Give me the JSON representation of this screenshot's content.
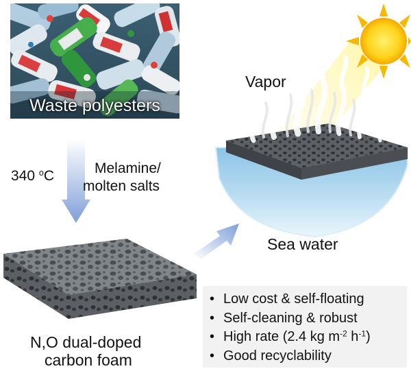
{
  "top_photo": {
    "caption": "Waste polyesters"
  },
  "process": {
    "temperature_value": "340 ",
    "temperature_sup": "o",
    "temperature_unit": "C",
    "reagents_line1": "Melamine/",
    "reagents_line2": "molten salts"
  },
  "foam": {
    "label_line1": "N,O dual-doped",
    "label_line2": "carbon foam"
  },
  "solar": {
    "vapor_label": "Vapor",
    "water_label": "Sea water"
  },
  "properties": {
    "item1": "Low cost & self-floating",
    "item2": "Self-cleaning & robust",
    "item3_prefix": "High rate (2.4 kg m",
    "item3_sup1": "-2",
    "item3_mid": " h",
    "item3_sup2": "-1",
    "item3_suffix": ")",
    "item4": "Good recyclability"
  },
  "colors": {
    "arrow_blue": "#7f9fd8",
    "foam_grey": "#6b6f74",
    "sun_yellow": "#ffd21a",
    "water_blue": "#5a9ccf"
  }
}
